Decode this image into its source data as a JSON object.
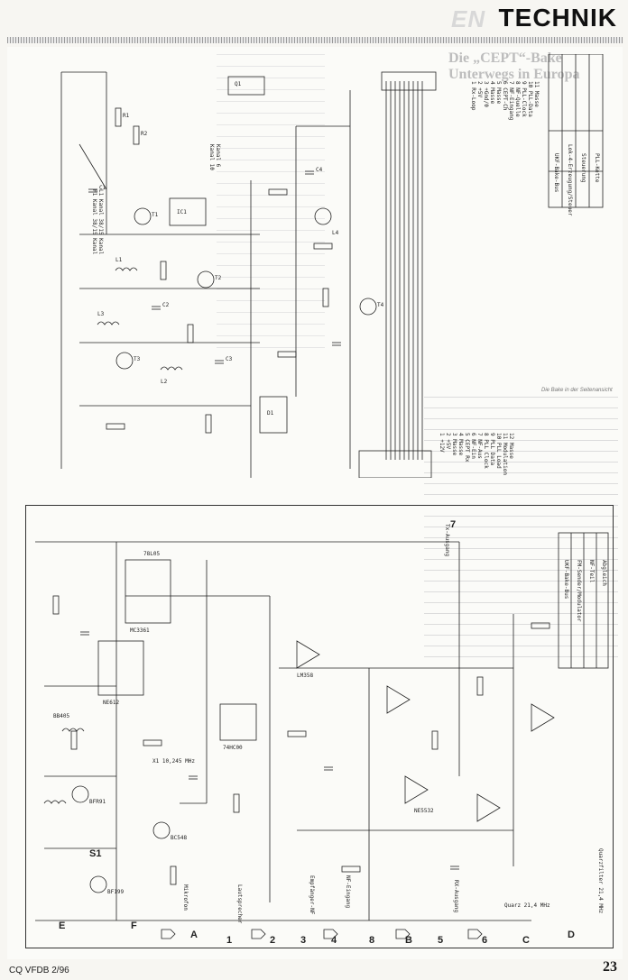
{
  "header": {
    "section_title": "TECHNIK",
    "ghost_title": "EN"
  },
  "article": {
    "ghost_headline_1": "Die „CEPT“-Bake",
    "ghost_headline_2": "Unterwegs in Europa",
    "caption": "Die Bake in der Seitenansicht"
  },
  "schematic_top": {
    "title_block": [
      "UKF-Bake-Bus",
      "Lok-4-Erzeugung/Steuer",
      "Steuerung",
      "PLL-Kette"
    ],
    "connector_pins": [
      "1 Rx-Loop",
      "2 +5V",
      "3 +Gnd/0",
      "4 Masse",
      "5 Masse",
      "6 CEPT-Ch",
      "7 NF-Eingang",
      "8 NF-Quelle",
      "9 PLL-Clock",
      "10 PLL-Data",
      "11 Masse"
    ],
    "notes": [
      "F1 Kanal 38/15 Kanal",
      "L1 Kanal 38/15 Kanal",
      "Kanal 10",
      "Kanal 6"
    ],
    "bottom_pins": [
      "1 +12V",
      "2 +5V",
      "3 Masse",
      "4 Masse",
      "5 CEPT Rx",
      "6 NF-Ein",
      "7 NF-Aus",
      "8 PLL Clock",
      "9 PLL Data",
      "10 PLL Load",
      "11 Modulation",
      "12 Masse"
    ],
    "labels": [
      "T1",
      "T2",
      "T3",
      "T4",
      "L1",
      "L2",
      "L3",
      "L4",
      "C1",
      "C2",
      "C3",
      "C4",
      "IC1",
      "Q1",
      "D1",
      "R1",
      "R2"
    ]
  },
  "schematic_bottom": {
    "title_block": [
      "UKF-Bake-Bus",
      "FM-Sender/Modulator",
      "NF-Teil",
      "Abgleich"
    ],
    "terminals": [
      "E",
      "F",
      "A",
      "1",
      "2",
      "3",
      "4",
      "5",
      "6",
      "7",
      "8",
      "B",
      "C",
      "D",
      "S1"
    ],
    "labels": [
      "MC3361",
      "BFR91",
      "BF199",
      "LM358",
      "NE612",
      "X1 10,245 MHz",
      "BB405",
      "BC548",
      "74HC00",
      "NE5532",
      "78L05",
      "Mikrofon",
      "Lautsprecher",
      "Empfänger-NF",
      "Tx-Ausgang",
      "NF-Eingang",
      "RX-Ausgang",
      "Quarz 21,4 MHz",
      "Quarzfilter 21,4 MHz"
    ]
  },
  "footer": {
    "issue": "CQ VFDB 2/96",
    "page_number": "23"
  }
}
